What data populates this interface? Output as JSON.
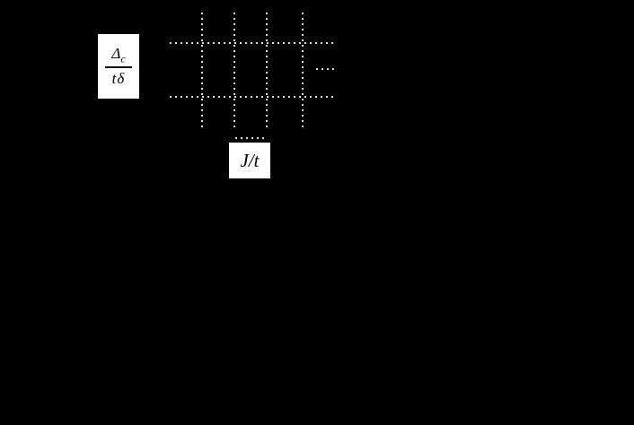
{
  "page": {
    "background_color": "#000000",
    "label_box_color": "#ffffff",
    "gridline_color": "#e2e2e2"
  },
  "chart_data": {
    "type": "line",
    "title": "",
    "xlabel": "J/t",
    "ylabel": "Δc/(tδ)",
    "x_tick_labels": [],
    "y_tick_labels": [],
    "series": [],
    "grid": "dotted; 4 vertical gridlines and 2 horizontal gridlines visible plus short dotted segments",
    "legend": "none visible",
    "notes": "Only dotted gridlines and the two axis-label boxes are visible on a black background; no data curves or tick values are rendered."
  },
  "labels": {
    "y_axis": {
      "numerator_symbol": "Δ",
      "numerator_subscript": "c",
      "denominator": "tδ"
    },
    "x_axis": "J/t"
  }
}
